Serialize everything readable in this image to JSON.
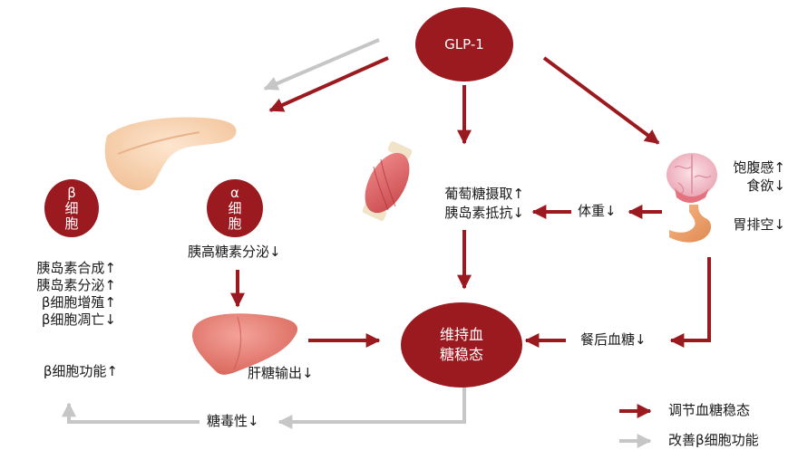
{
  "nodes": {
    "glp1": "GLP-1",
    "beta_cell": [
      "β",
      "细",
      "胞"
    ],
    "alpha_cell": [
      "α",
      "细",
      "胞"
    ],
    "glucose_homeostasis": [
      "维持血",
      "糖稳态"
    ]
  },
  "labels": {
    "beta_effects": [
      "胰岛素合成↑",
      "胰岛素分泌↑",
      "β细胞增殖↑",
      "β细胞凋亡↓"
    ],
    "beta_function": "β细胞功能↑",
    "glucagon_secretion": "胰高糖素分泌↓",
    "hepatic_output": "肝糖输出↓",
    "muscle_effects": [
      "葡萄糖摄取↑",
      "胰岛素抵抗↓"
    ],
    "body_weight": "体重↓",
    "brain_effects": [
      "饱腹感↑",
      "食欲↓"
    ],
    "gastric_emptying": "胃排空↓",
    "postprandial_glucose": "餐后血糖↓",
    "glucotoxicity": "糖毒性↓"
  },
  "legend": {
    "dark_label": "调节血糖稳态",
    "light_label": "改善β细胞功能"
  },
  "colors": {
    "dark_red": "#9b1a1f",
    "light_gray": "#c6c6c6"
  }
}
